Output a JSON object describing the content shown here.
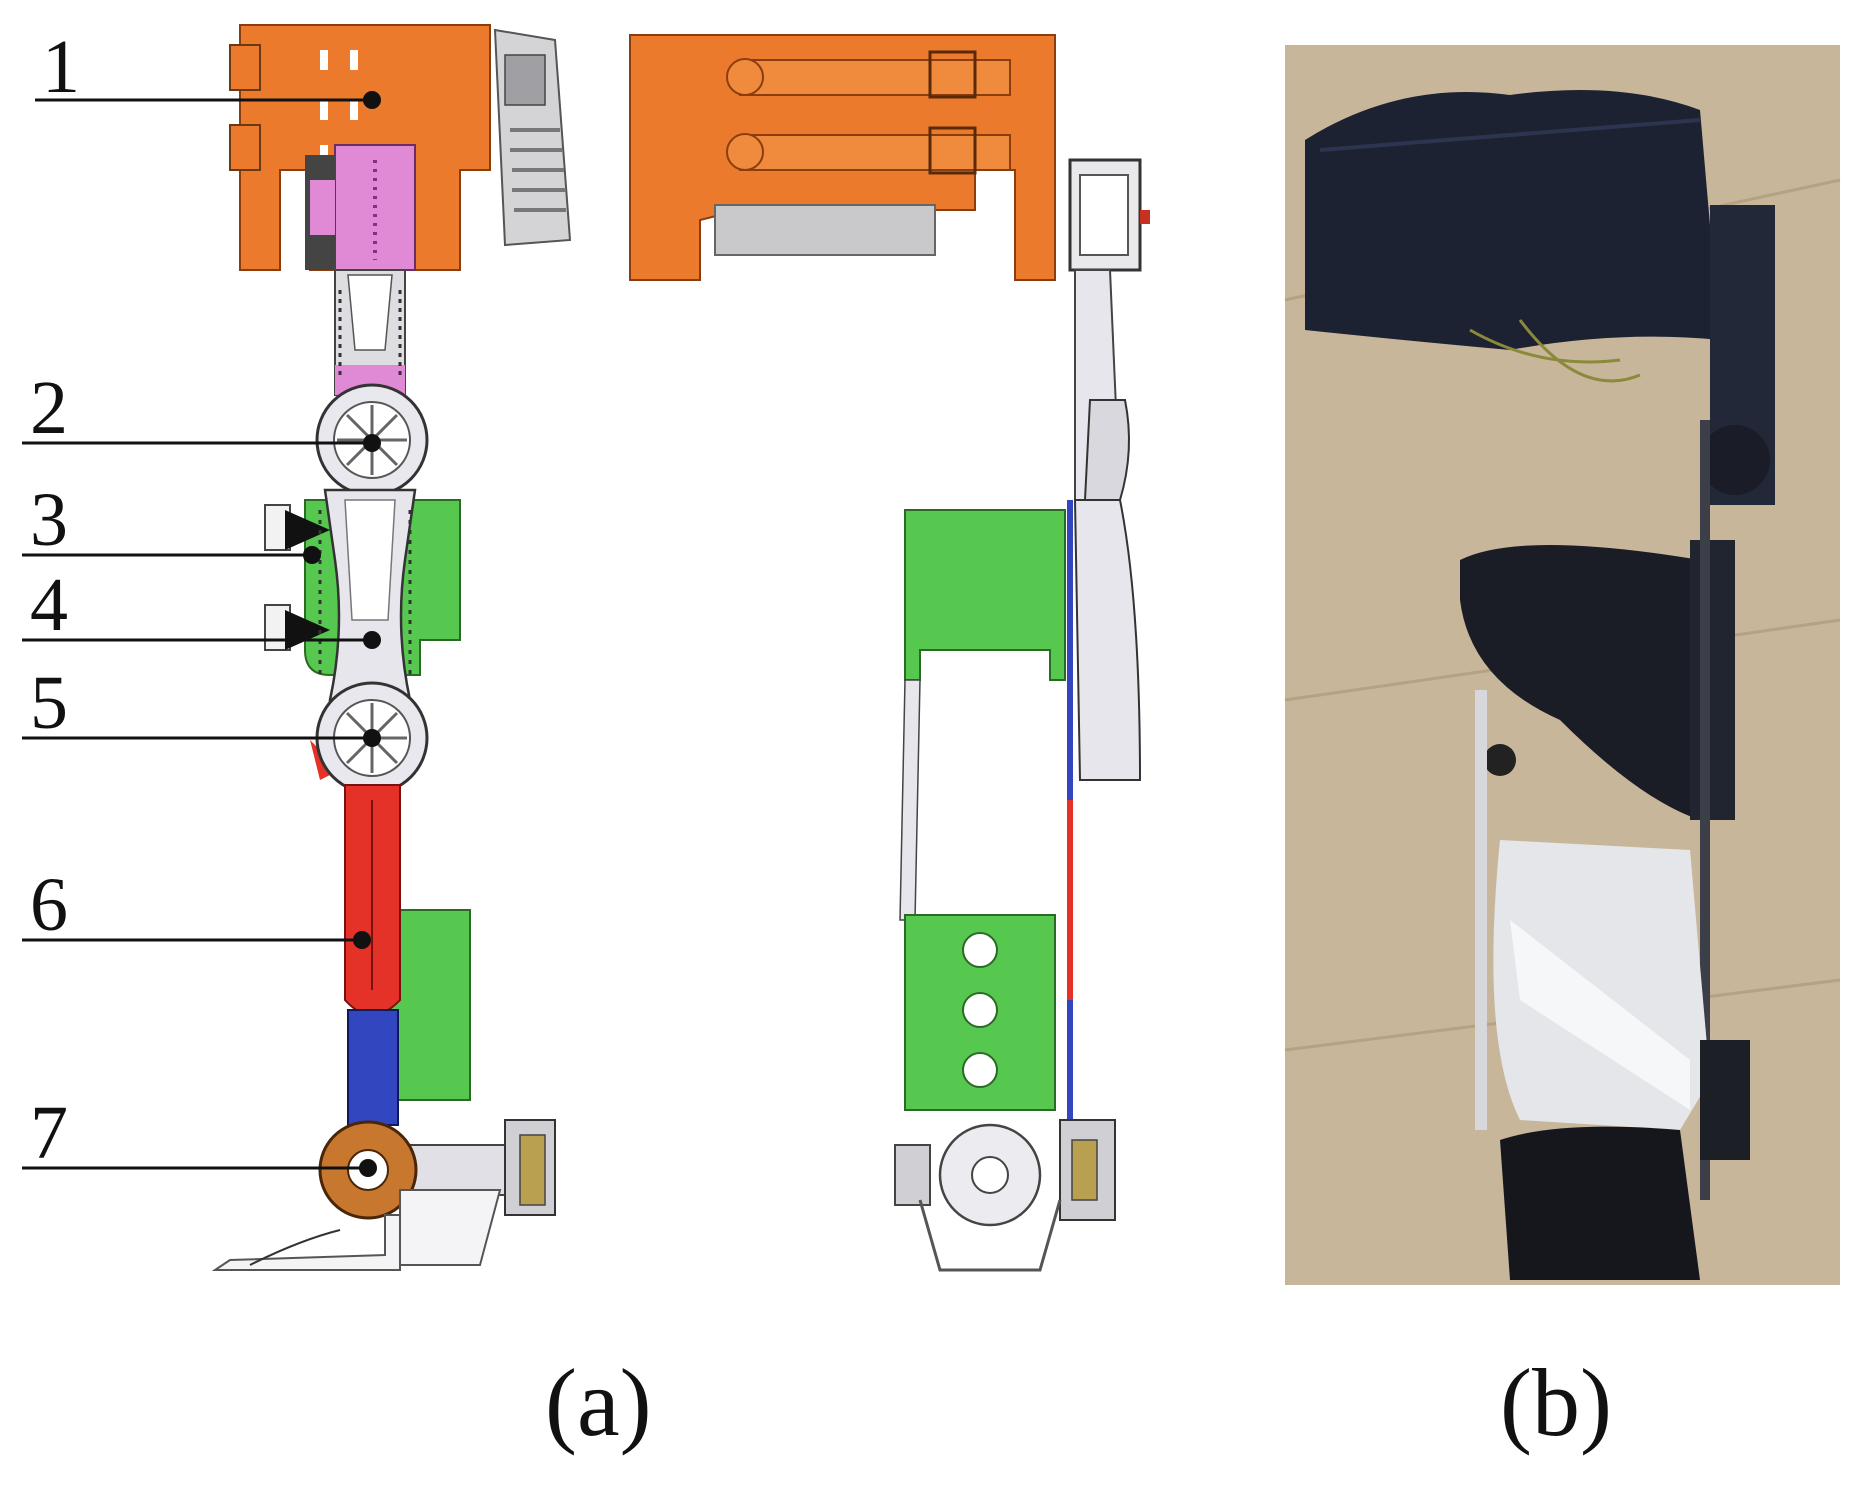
{
  "figure": {
    "labels": [
      {
        "id": "1",
        "text": "1"
      },
      {
        "id": "2",
        "text": "2"
      },
      {
        "id": "3",
        "text": "3"
      },
      {
        "id": "4",
        "text": "4"
      },
      {
        "id": "5",
        "text": "5"
      },
      {
        "id": "6",
        "text": "6"
      },
      {
        "id": "7",
        "text": "7"
      }
    ],
    "caption_a": "(a)",
    "caption_b": "(b)"
  },
  "colors": {
    "orange": "#ec7a2c",
    "green": "#56c84f",
    "red": "#e53228",
    "blue": "#3246c0",
    "pink": "#e08ad6",
    "gray": "#c9c9cc",
    "brown": "#c8782e",
    "floor": "#c8b69a"
  }
}
